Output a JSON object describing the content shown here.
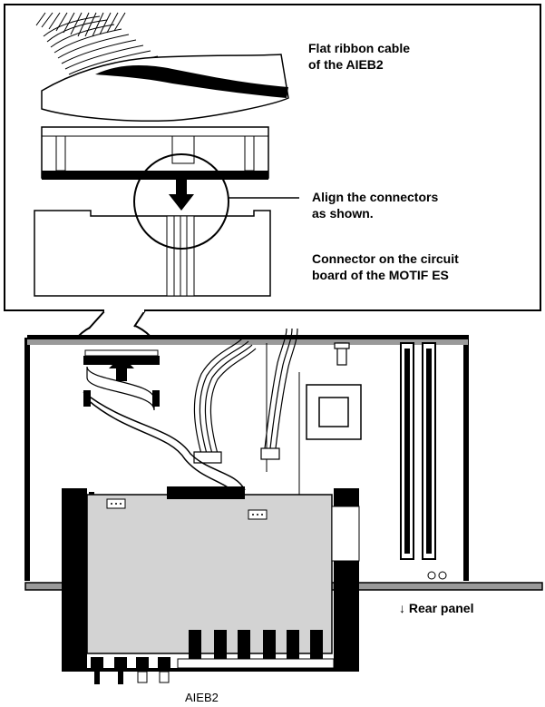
{
  "callouts": {
    "ribbon_cable": [
      "Flat ribbon cable",
      "of the AIEB2"
    ],
    "align": [
      "Align the connectors",
      "as shown."
    ],
    "connector_board": [
      "Connector on the circuit",
      "board of the MOTIF ES"
    ],
    "rear_panel": "Rear panel",
    "rear_panel_arrow": "↓",
    "board_name": "AIEB2"
  },
  "colors": {
    "ink": "#000000",
    "panel_gray": "#bdbdbd",
    "board_gray": "#d3d3d3",
    "chassis_gray": "#9a9a9a",
    "white": "#ffffff"
  }
}
